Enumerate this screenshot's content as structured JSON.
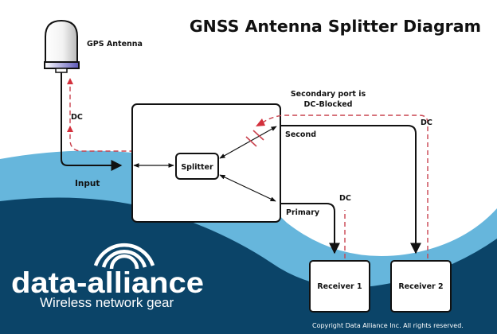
{
  "title": "GNSS Antenna Splitter Diagram",
  "colors": {
    "light_blue": "#66b6dc",
    "dark_blue": "#0b4468",
    "dc_line": "#c9434f",
    "ink": "#111111"
  },
  "antenna": {
    "label": "GPS Antenna",
    "icon": "gps-antenna-dome-icon"
  },
  "labels": {
    "dc_antenna": "DC",
    "input": "Input",
    "splitter": "Splitter",
    "second": "Second",
    "primary": "Primary",
    "dc_second": "DC",
    "dc_primary": "DC",
    "dc_blocked_line1": "Secondary port is",
    "dc_blocked_line2": "DC-Blocked"
  },
  "receivers": [
    {
      "label": "Receiver 1"
    },
    {
      "label": "Receiver 2"
    }
  ],
  "branding": {
    "logo_text": "data-alliance",
    "tagline": "Wireless network gear",
    "logo_icon": "wifi-signal-arcs-icon",
    "copyright": "Copyright Data Alliance Inc.  All rights reserved."
  }
}
